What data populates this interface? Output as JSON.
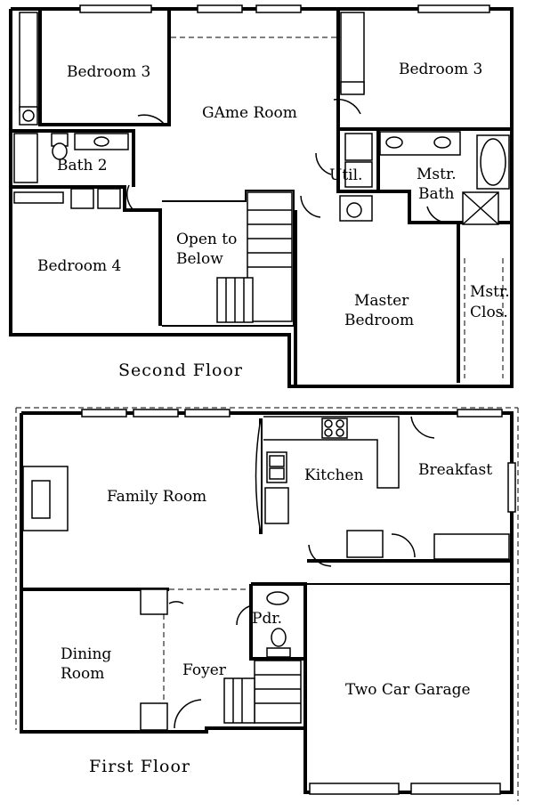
{
  "second_floor": {
    "label": "Second Floor",
    "rooms": {
      "bedroom3_left": "Bedroom 3",
      "bedroom3_right": "Bedroom 3",
      "game_room": "GAme Room",
      "bath2": "Bath 2",
      "util": "Util.",
      "mstr_bath_1": "Mstr.",
      "mstr_bath_2": "Bath",
      "bedroom4": "Bedroom 4",
      "open_below_1": "Open to",
      "open_below_2": "Below",
      "master_bedroom_1": "Master",
      "master_bedroom_2": "Bedroom",
      "mstr_clos_1": "Mstr.",
      "mstr_clos_2": "Clos."
    }
  },
  "first_floor": {
    "label": "First Floor",
    "rooms": {
      "family_room": "Family Room",
      "kitchen": "Kitchen",
      "breakfast": "Breakfast",
      "dining_1": "Dining",
      "dining_2": "Room",
      "foyer": "Foyer",
      "pdr": "Pdr.",
      "garage": "Two Car Garage"
    }
  }
}
